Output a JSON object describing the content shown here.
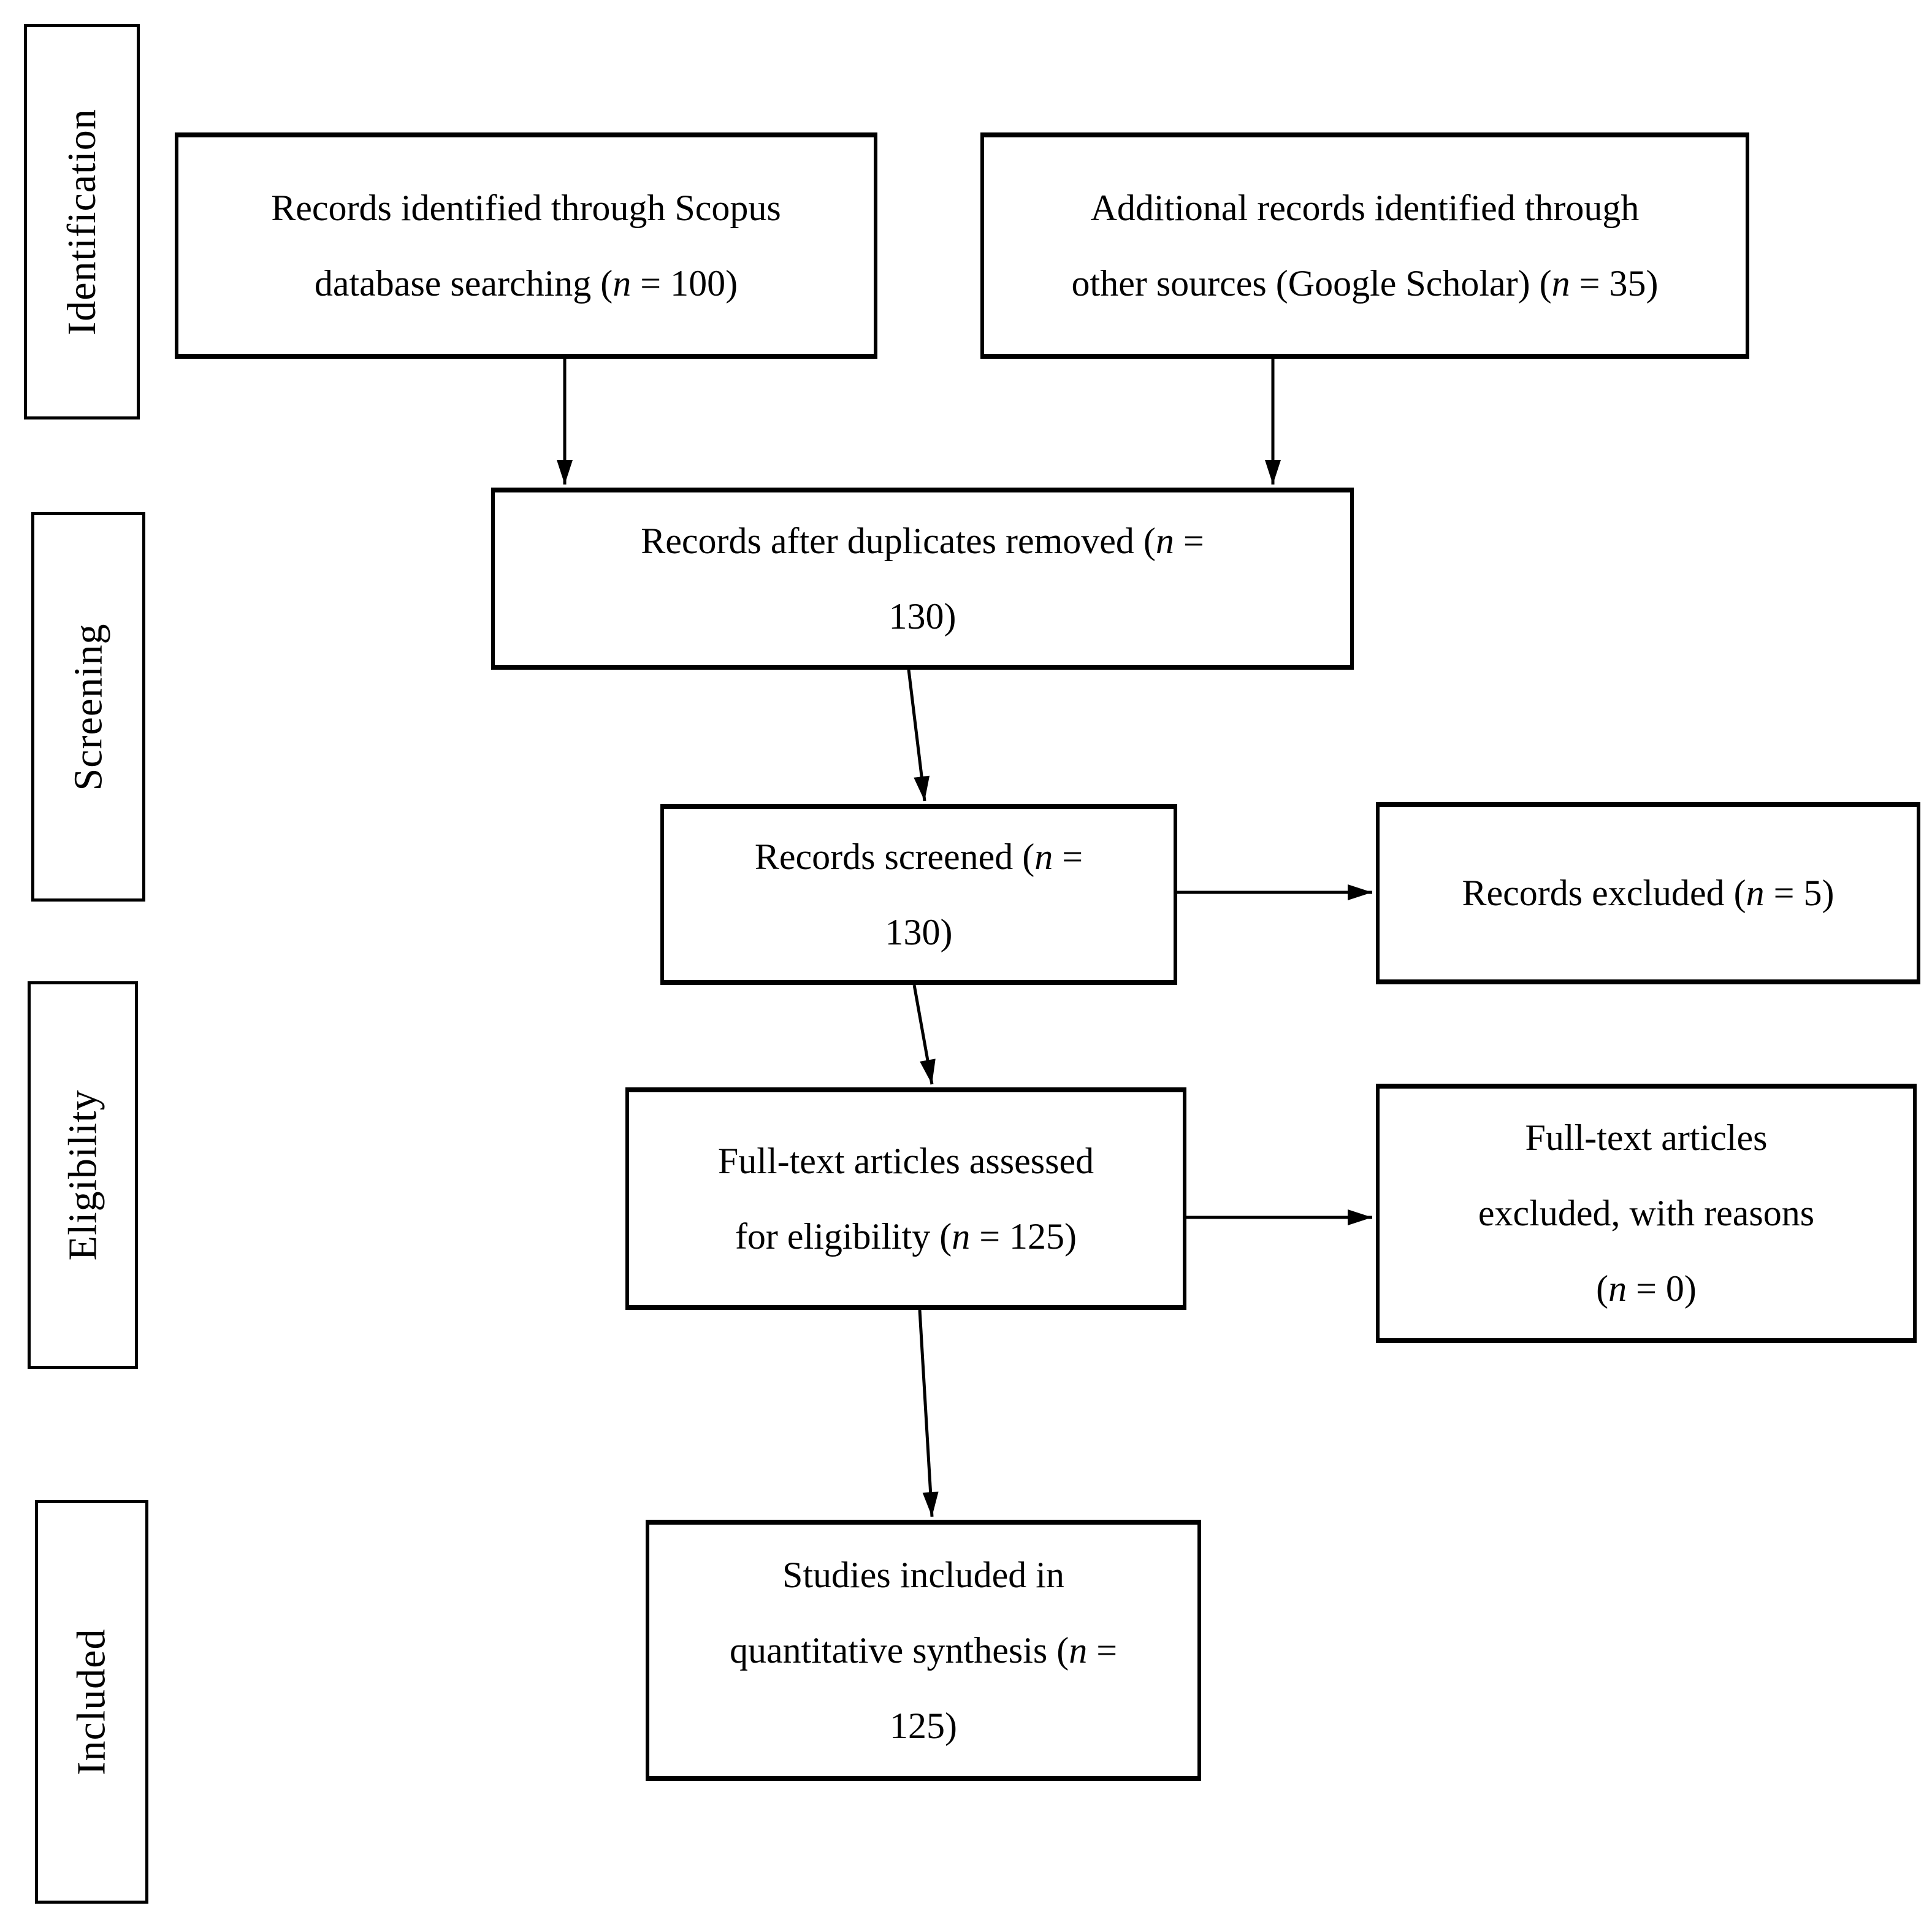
{
  "stages": [
    {
      "label": "Identification"
    },
    {
      "label": "Screening"
    },
    {
      "label": "Eligibility"
    },
    {
      "label": "Included"
    }
  ],
  "boxes": [
    {
      "name": "records-identified-scopus",
      "n": 100,
      "lines": [
        [
          {
            "t": "Records identified through Scopus"
          }
        ],
        [
          {
            "t": "database searching ("
          },
          {
            "t": "n",
            "i": true
          },
          {
            "t": " = 100)"
          }
        ]
      ]
    },
    {
      "name": "additional-records-other-sources",
      "n": 35,
      "lines": [
        [
          {
            "t": "Additional records identified through"
          }
        ],
        [
          {
            "t": "other sources (Google Scholar) ("
          },
          {
            "t": "n",
            "i": true
          },
          {
            "t": " = 35)"
          }
        ]
      ]
    },
    {
      "name": "records-after-duplicates-removed",
      "n": 130,
      "lines": [
        [
          {
            "t": "Records after duplicates removed ("
          },
          {
            "t": "n",
            "i": true
          },
          {
            "t": " ="
          }
        ],
        [
          {
            "t": "130)"
          }
        ]
      ]
    },
    {
      "name": "records-screened",
      "n": 130,
      "lines": [
        [
          {
            "t": "Records screened ("
          },
          {
            "t": "n",
            "i": true
          },
          {
            "t": " ="
          }
        ],
        [
          {
            "t": "130)"
          }
        ]
      ]
    },
    {
      "name": "records-excluded",
      "n": 5,
      "lines": [
        [
          {
            "t": "Records excluded ("
          },
          {
            "t": "n",
            "i": true
          },
          {
            "t": " = 5)"
          }
        ]
      ]
    },
    {
      "name": "full-text-articles-assessed",
      "n": 125,
      "lines": [
        [
          {
            "t": "Full-text articles assessed"
          }
        ],
        [
          {
            "t": "for eligibility ("
          },
          {
            "t": "n",
            "i": true
          },
          {
            "t": " = 125)"
          }
        ]
      ]
    },
    {
      "name": "full-text-articles-excluded",
      "n": 0,
      "lines": [
        [
          {
            "t": "Full-text articles"
          }
        ],
        [
          {
            "t": "excluded, with reasons"
          }
        ],
        [
          {
            "t": "("
          },
          {
            "t": "n",
            "i": true
          },
          {
            "t": " = 0)"
          }
        ]
      ]
    },
    {
      "name": "studies-included-quantitative-synthesis",
      "n": 125,
      "lines": [
        [
          {
            "t": "Studies included in"
          }
        ],
        [
          {
            "t": "quantitative synthesis ("
          },
          {
            "t": "n",
            "i": true
          },
          {
            "t": " ="
          }
        ],
        [
          {
            "t": "125)"
          }
        ]
      ]
    }
  ],
  "edges": [
    {
      "from": "records-identified-scopus",
      "to": "records-after-duplicates-removed"
    },
    {
      "from": "additional-records-other-sources",
      "to": "records-after-duplicates-removed"
    },
    {
      "from": "records-after-duplicates-removed",
      "to": "records-screened"
    },
    {
      "from": "records-screened",
      "to": "records-excluded"
    },
    {
      "from": "records-screened",
      "to": "full-text-articles-assessed"
    },
    {
      "from": "full-text-articles-assessed",
      "to": "full-text-articles-excluded"
    },
    {
      "from": "full-text-articles-assessed",
      "to": "studies-included-quantitative-synthesis"
    }
  ],
  "colors": {
    "text": "#000000",
    "border": "#000000",
    "arrow": "#000000",
    "background": "#ffffff"
  }
}
